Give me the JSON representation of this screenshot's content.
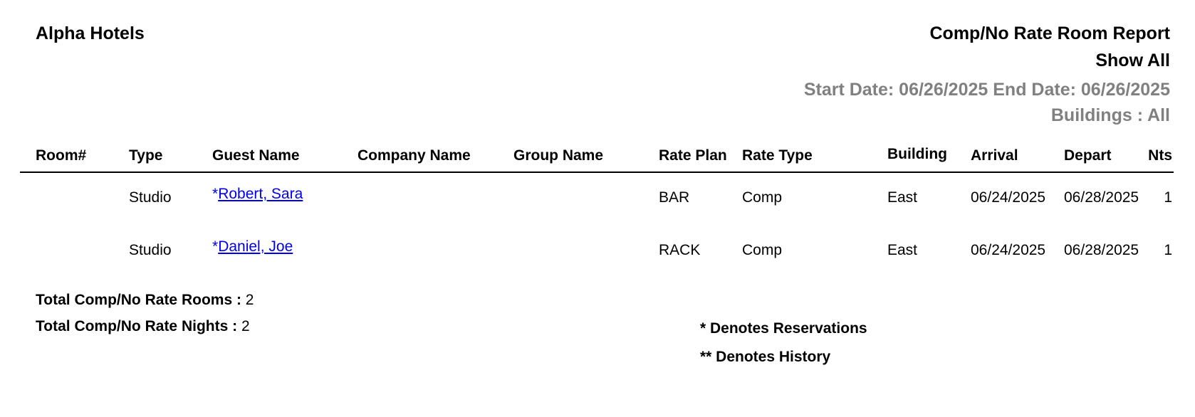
{
  "header": {
    "hotel_name": "Alpha Hotels",
    "report_title": "Comp/No Rate Room Report",
    "filter": "Show All",
    "date_range": "Start Date: 06/26/2025 End Date: 06/26/2025",
    "buildings": "Buildings : All"
  },
  "table": {
    "columns": [
      "Room#",
      "Type",
      "Guest Name",
      "Company Name",
      "Group Name",
      "Rate Plan",
      "Rate Type",
      "Building",
      "Arrival",
      "Depart",
      "Nts"
    ],
    "rows": [
      {
        "room": "",
        "type": "Studio",
        "guest_prefix": "*",
        "guest_name": "Robert, Sara",
        "company": "",
        "group": "",
        "rate_plan": "BAR",
        "rate_type": "Comp",
        "building": "East",
        "arrival": "06/24/2025",
        "depart": "06/28/2025",
        "nts": "1"
      },
      {
        "room": "",
        "type": "Studio",
        "guest_prefix": "*",
        "guest_name": "Daniel, Joe",
        "company": "",
        "group": "",
        "rate_plan": "RACK",
        "rate_type": "Comp",
        "building": "East",
        "arrival": "06/24/2025",
        "depart": "06/28/2025",
        "nts": "1"
      }
    ]
  },
  "totals": {
    "rooms_label": "Total Comp/No Rate Rooms :",
    "rooms_value": "2",
    "nights_label": "Total Comp/No Rate Nights :",
    "nights_value": "2"
  },
  "legend": {
    "reservations": "* Denotes Reservations",
    "history": "** Denotes History"
  },
  "colors": {
    "link": "#0000ee",
    "muted_header": "#808080"
  }
}
